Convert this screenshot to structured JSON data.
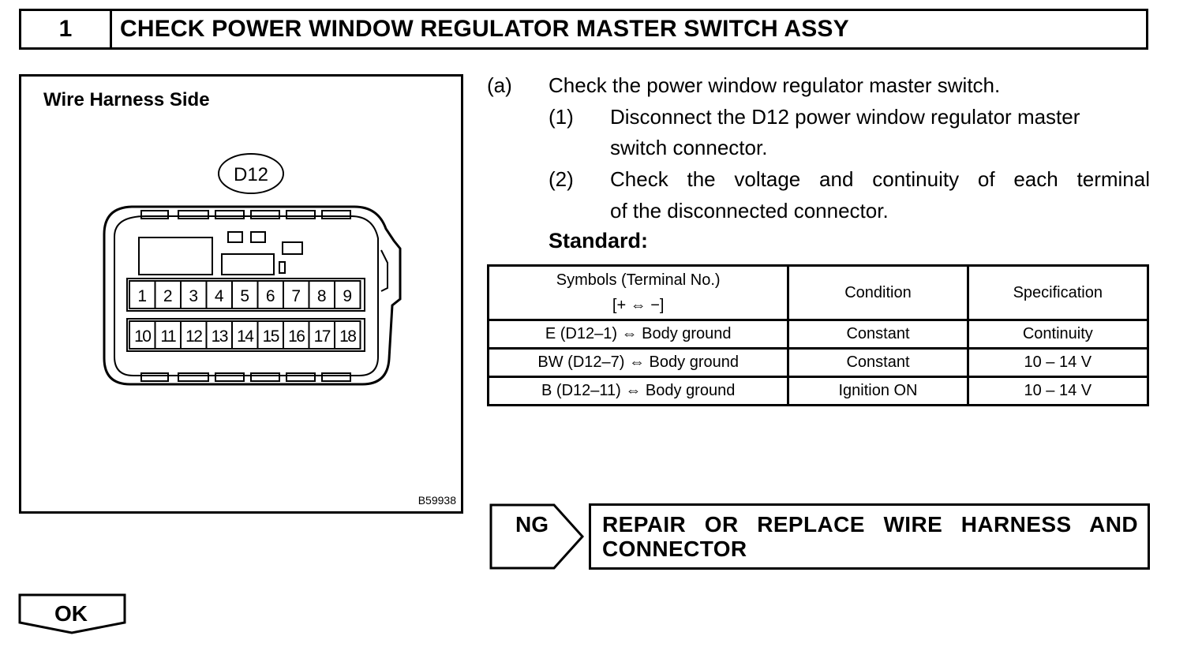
{
  "header": {
    "step_number": "1",
    "title": "CHECK POWER WINDOW REGULATOR MASTER SWITCH ASSY"
  },
  "figure": {
    "caption": "Wire Harness Side",
    "connector_label": "D12",
    "terminals_top": [
      "1",
      "2",
      "3",
      "4",
      "5",
      "6",
      "7",
      "8",
      "9"
    ],
    "terminals_bottom": [
      "10",
      "11",
      "12",
      "13",
      "14",
      "15",
      "16",
      "17",
      "18"
    ],
    "code": "B59938"
  },
  "instructions": {
    "a_marker": "(a)",
    "a_text": "Check the power window regulator master switch.",
    "step1_marker": "(1)",
    "step1_line1": "Disconnect the D12 power window regulator master",
    "step1_line2": "switch connector.",
    "step2_marker": "(2)",
    "step2_line1": "Check the voltage and continuity of each terminal",
    "step2_line2": "of the disconnected connector.",
    "standard_label": "Standard:"
  },
  "table": {
    "headers": {
      "symbols_line1": "Symbols (Terminal No.)",
      "symbols_line2": "[+ ⇔ −]",
      "condition": "Condition",
      "specification": "Specification"
    },
    "rows": [
      {
        "symbols": "E (D12–1) ⇔ Body ground",
        "condition": "Constant",
        "specification": "Continuity"
      },
      {
        "symbols": "BW (D12–7) ⇔ Body ground",
        "condition": "Constant",
        "specification": "10 – 14 V"
      },
      {
        "symbols": "B (D12–11) ⇔ Body ground",
        "condition": "Ignition ON",
        "specification": "10 – 14 V"
      }
    ]
  },
  "ng": {
    "label": "NG",
    "action_line1": "REPAIR OR REPLACE WIRE HARNESS AND",
    "action_line2": "CONNECTOR"
  },
  "ok": {
    "label": "OK"
  }
}
